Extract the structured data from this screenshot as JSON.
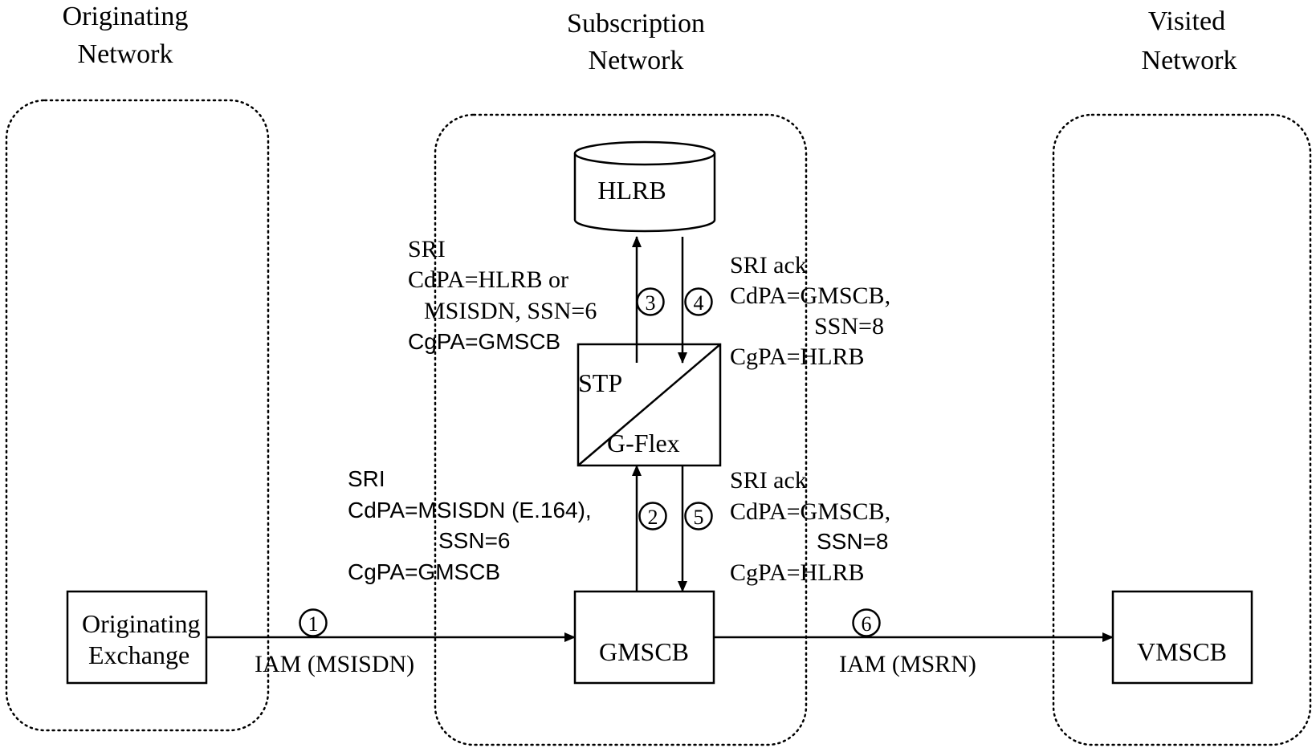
{
  "regions": {
    "originating": {
      "line1": "Originating",
      "line2": "Network"
    },
    "subscription": {
      "line1": "Subscription",
      "line2": "Network"
    },
    "visited": {
      "line1": "Visited",
      "line2": "Network"
    }
  },
  "nodes": {
    "hlrb": "HLRB",
    "stp_top": "STP",
    "stp_bottom": "G-Flex",
    "gmscb": "GMSCB",
    "vmscb": "VMSCB",
    "originating_exchange": {
      "line1": "Originating",
      "line2": "Exchange"
    }
  },
  "steps": [
    "1",
    "2",
    "3",
    "4",
    "5",
    "6"
  ],
  "messages": {
    "step1": "IAM (MSISDN)",
    "step6": "IAM (MSRN)",
    "step2": {
      "line1": "SRI",
      "line2": "CdPA=MSISDN (E.164),",
      "line3": "SSN=6",
      "line4": "CgPA=GMSCB"
    },
    "step3": {
      "line1": "SRI",
      "line2": "CdPA=HLRB or",
      "line3": "MSISDN, SSN=6",
      "line4": "CgPA=GMSCB"
    },
    "step4": {
      "line1": "SRI  ack",
      "line2": "CdPA=GMSCB,",
      "line3": "SSN=8",
      "line4": "CgPA=HLRB"
    },
    "step5": {
      "line1": "SRI  ack",
      "line2": "CdPA=GMSCB,",
      "line3": "SSN=8",
      "line4": "CgPA=HLRB"
    }
  }
}
